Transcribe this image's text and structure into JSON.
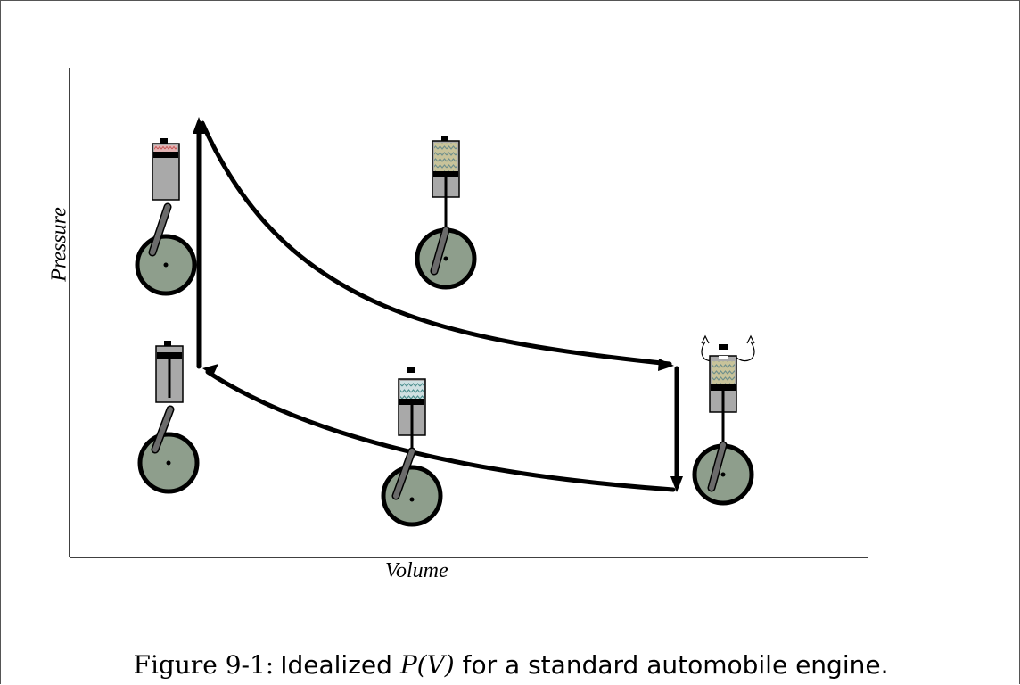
{
  "diagram": {
    "x_axis_label": "Volume",
    "y_axis_label": "Pressure"
  },
  "caption": {
    "number": "Figure 9-1:",
    "text_before": "Idealized ",
    "math": "P(V)",
    "text_after": " for a standard automobile engine."
  },
  "colors": {
    "wheel_fill": "#8e9e8c",
    "cylinder_fill": "#a9a9a9",
    "stroke": "#000000"
  }
}
